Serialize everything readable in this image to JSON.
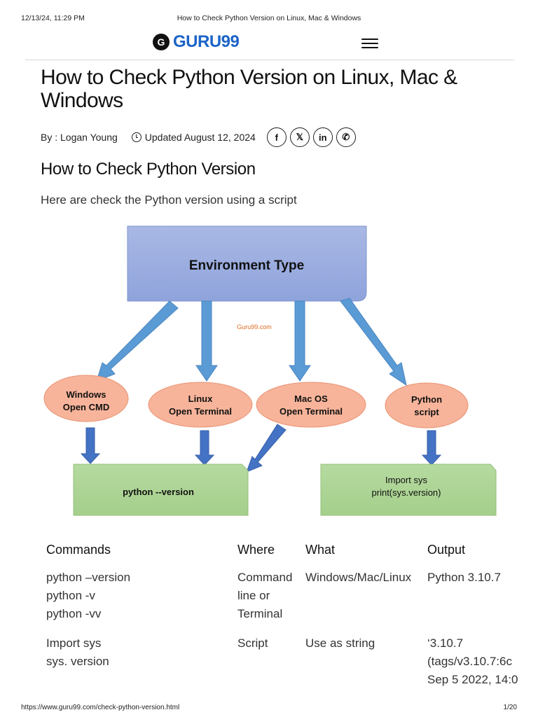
{
  "print_header": {
    "datetime": "12/13/24, 11:29 PM",
    "doc_title": "How to Check Python Version on Linux, Mac & Windows"
  },
  "site": {
    "logo_text": "GURU99",
    "brand_color": "#1c64c8",
    "logo_icon": "guru99-logo-icon",
    "menu_icon": "hamburger-menu-icon"
  },
  "article": {
    "title": "How to Check Python Version on Linux, Mac & Windows",
    "author": "By :  Logan Young",
    "updated": "Updated August 12, 2024",
    "share_icons": [
      "facebook-icon",
      "x-icon",
      "linkedin-icon",
      "whatsapp-icon"
    ],
    "share_glyphs": [
      "f",
      "𝕏",
      "in",
      "✆"
    ],
    "section_title": "How to Check Python Version",
    "intro": "Here are check the Python version using a script"
  },
  "diagram": {
    "top": "Environment Type",
    "watermark": "Guru99.com",
    "nodes": [
      {
        "line1": "Windows",
        "line2": "Open CMD"
      },
      {
        "line1": "Linux",
        "line2": "Open Terminal"
      },
      {
        "line1": "Mac OS",
        "line2": "Open Terminal"
      },
      {
        "line1": "Python",
        "line2": "script"
      }
    ],
    "result_left": "python --version",
    "result_right_line1": "Import sys",
    "result_right_line2": "print(sys.version)"
  },
  "table": {
    "headers": [
      "Commands",
      "Where",
      "What",
      "Output"
    ],
    "rows": [
      {
        "commands": [
          "python –version",
          "python -v",
          "python -vv"
        ],
        "where": [
          "Command",
          "line or",
          "Terminal"
        ],
        "what": "Windows/Mac/Linux",
        "output": [
          "Python 3.10.7"
        ]
      },
      {
        "commands": [
          "Import sys",
          "sys. version"
        ],
        "where": [
          "Script"
        ],
        "what": "Use as string",
        "output": [
          "‘3.10.7",
          "(tags/v3.10.7:6c",
          "Sep 5 2022, 14:0"
        ]
      }
    ]
  },
  "print_footer": {
    "url": "https://www.guru99.com/check-python-version.html",
    "page": "1/20"
  }
}
